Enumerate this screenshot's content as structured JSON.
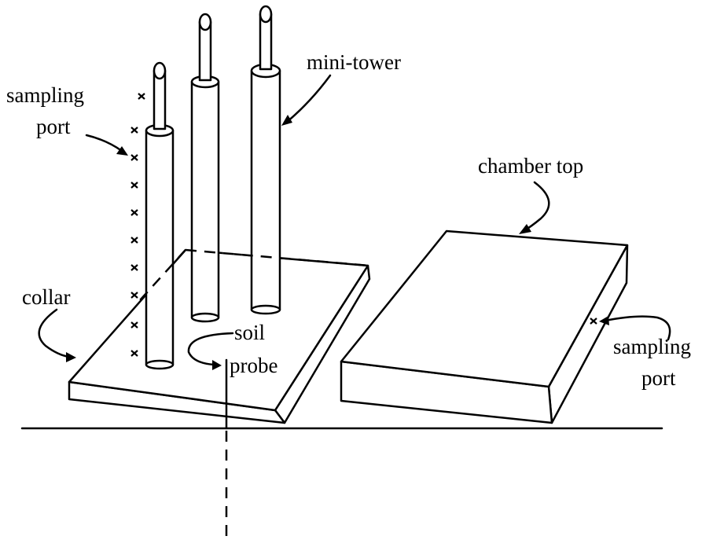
{
  "labels": {
    "sampling_port_left_line1": "sampling",
    "sampling_port_left_line2": "port",
    "mini_tower": "mini-tower",
    "chamber_top": "chamber top",
    "collar": "collar",
    "soil_probe_line1": "soil",
    "soil_probe_line2": "probe",
    "sampling_port_right_line1": "sampling",
    "sampling_port_right_line2": "port"
  },
  "colors": {
    "stroke": "#000000",
    "fill": "#ffffff"
  }
}
